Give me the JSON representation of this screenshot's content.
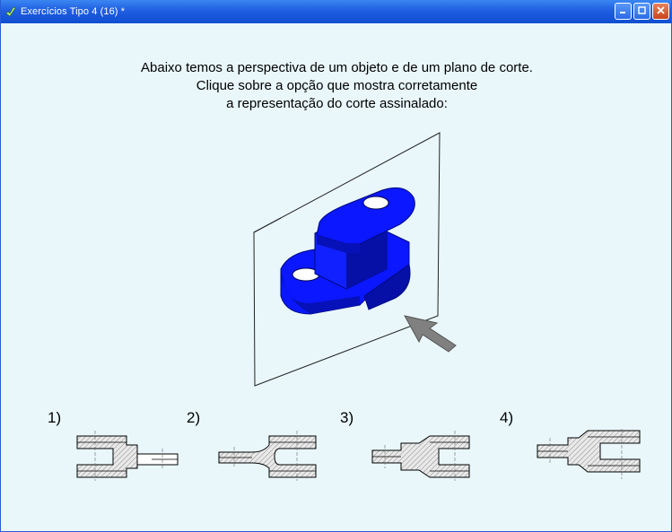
{
  "window": {
    "title": "Exercícios Tipo 4 (16) *",
    "icons": {
      "app": "app-icon",
      "minimize": "minimize-icon",
      "maximize": "maximize-icon",
      "close": "close-icon"
    }
  },
  "prompt": {
    "line1": "Abaixo temos a perspectiva de um objeto e de um plano de corte.",
    "line2": "Clique sobre a opção que mostra corretamente",
    "line3": "a representação do corte assinalado:"
  },
  "object": {
    "color": "#0a17ff"
  },
  "options": [
    {
      "label": "1)"
    },
    {
      "label": "2)"
    },
    {
      "label": "3)"
    },
    {
      "label": "4)"
    }
  ]
}
